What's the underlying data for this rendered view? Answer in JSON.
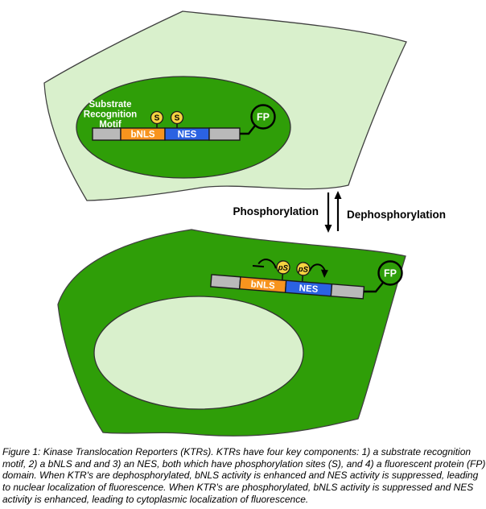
{
  "colors": {
    "cytoplasm_light_green": "#d9f0cc",
    "cell_dark_green": "#2f9e08",
    "bnls_orange": "#f7941e",
    "nes_blue": "#2b62e2",
    "phospho_site_yellow": "#f5d341",
    "domain_gray": "#b9b9b9",
    "outline_dark": "#404040"
  },
  "diagram": {
    "top_cell": {
      "srm_label_line1": "Substrate",
      "srm_label_line2": "Recognition",
      "srm_label_line3": "Motif",
      "bnls_label": "bNLS",
      "nes_label": "NES",
      "site1_label": "S",
      "site2_label": "S",
      "fp_label": "FP"
    },
    "reaction": {
      "forward_label": "Phosphorylation",
      "reverse_label": "Dephosphorylation"
    },
    "bottom_cell": {
      "bnls_label": "bNLS",
      "nes_label": "NES",
      "site1_label": "pS",
      "site2_label": "pS",
      "fp_label": "FP"
    }
  },
  "caption": {
    "lines": [
      "Figure 1: Kinase Translocation Reporters (KTRs). KTRs have four key components: 1) a substrate recognition",
      "motif, 2) a bNLS and and 3) an NES, both which have phosphorylation sites (S), and 4) a fluorescent protein (FP)",
      "domain. When KTR's are dephosphorylated, bNLS activity is enhanced and NES activity is suppressed, leading",
      "to nuclear localization of fluorescence. When KTR's are phosphorylated, bNLS activity is suppressed and NES",
      "activity is enhanced, leading to cytoplasmic localization of fluorescence."
    ]
  }
}
